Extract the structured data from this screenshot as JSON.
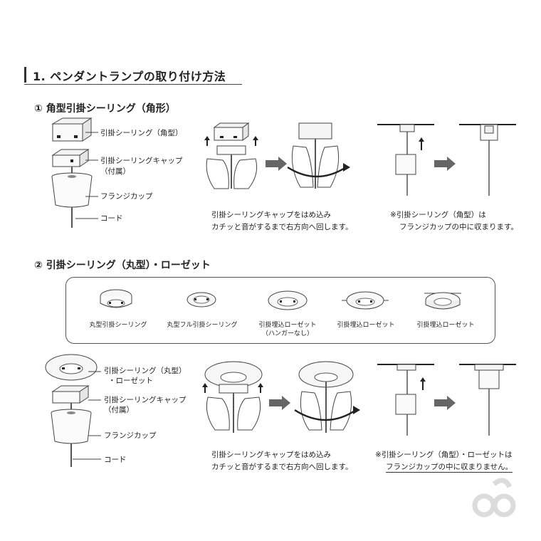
{
  "heading": {
    "title": "1. ペンダントランプの取り付け方法"
  },
  "section1": {
    "title": "① 角型引掛シーリング（角形）",
    "labels": {
      "ceiling": "引掛シーリング（角型）",
      "cap_line1": "引掛シーリングキャップ",
      "cap_line2": "（付属）",
      "flange": "フランジカップ",
      "cord": "コード"
    },
    "caption_left": [
      "引掛シーリングキャップをはめ込み",
      "カチッと音がするまで右方向へ回します。"
    ],
    "caption_right": [
      "※引掛シーリング（角型）は",
      "フランジカップの中に収まります。"
    ]
  },
  "section2": {
    "title": "② 引掛シーリング（丸型）・ローゼット",
    "types": [
      {
        "label": "丸型引掛シーリング",
        "sub": ""
      },
      {
        "label": "丸型フル引掛シーリング",
        "sub": ""
      },
      {
        "label": "引掛埋込ローゼット",
        "sub": "（ハンガーなし）"
      },
      {
        "label": "引掛埋込ローゼット",
        "sub": ""
      },
      {
        "label": "引掛埋込ローゼット",
        "sub": ""
      }
    ],
    "labels": {
      "ceiling_line1": "引掛シーリング（丸型）",
      "ceiling_line2": "・ローゼット",
      "cap_line1": "引掛シーリングキャップ",
      "cap_line2": "（付属）",
      "flange": "フランジカップ",
      "cord": "コード"
    },
    "caption_left": [
      "引掛シーリングキャップをはめ込み",
      "カチッと音がするまで右方向へ回します。"
    ],
    "caption_right": [
      "※引掛シーリング（角型）・ローゼットは",
      "フランジカップの中に収まりません。"
    ]
  }
}
